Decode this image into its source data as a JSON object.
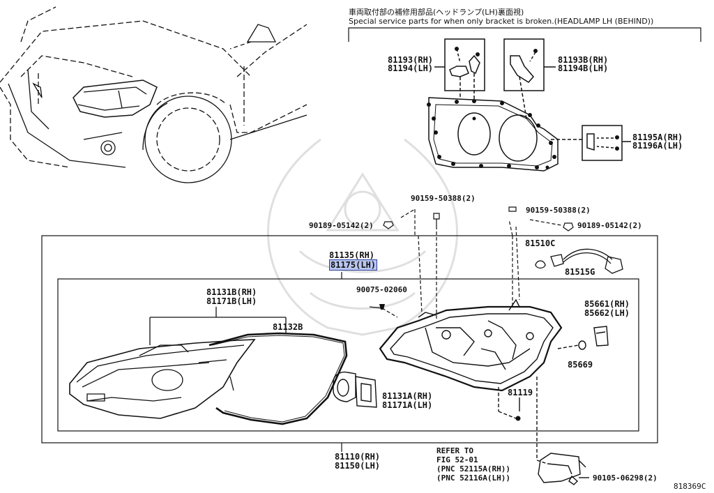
{
  "header": {
    "jp": "車両取付部の補修用部品(ヘッドランプ(LH)裏面視)",
    "en": "Special service parts for when only bracket is broken.(HEADLAMP LH (BEHIND))"
  },
  "bracket_parts": {
    "p81193": "81193(RH)",
    "p81194": "81194(LH)",
    "p81193b": "81193B(RH)",
    "p81194b": "81194B(LH)",
    "p81195a": "81195A(RH)",
    "p81196a": "81196A(LH)"
  },
  "parts": {
    "p90159_left": "90159-50388(2)",
    "p90159_right": "90159-50388(2)",
    "p90189_left": "90189-05142(2)",
    "p90189_right": "90189-05142(2)",
    "p81135": "81135(RH)",
    "p81175": "81175(LH)",
    "p81510c": "81510C",
    "p81515g": "81515G",
    "p81131b": "81131B(RH)",
    "p81171b": "81171B(LH)",
    "p90075": "90075-02060",
    "p81132b": "81132B",
    "p85661": "85661(RH)",
    "p85662": "85662(LH)",
    "p85669": "85669",
    "p81131a": "81131A(RH)",
    "p81171a": "81171A(LH)",
    "p81119": "81119",
    "p81110": "81110(RH)",
    "p81150": "81150(LH)",
    "refer_1": "REFER TO",
    "refer_2": "FIG 52-01",
    "refer_3": "(PNC 52115A(RH))",
    "refer_4": "(PNC 52116A(LH))",
    "p90105": "90105-06298(2)"
  },
  "diagram_id": "818369C",
  "colors": {
    "line": "#111111",
    "highlight_fill": "#b9c6ee",
    "highlight_border": "#2b3f9e",
    "watermark": "#d8d8d8"
  }
}
